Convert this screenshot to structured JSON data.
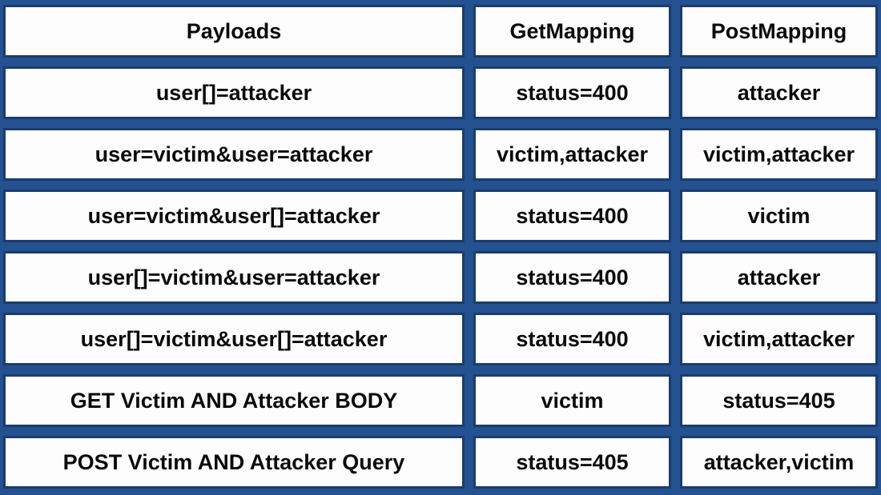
{
  "chart_data": {
    "type": "table",
    "title": "",
    "columns": [
      "Payloads",
      "GetMapping",
      "PostMapping"
    ],
    "rows": [
      [
        "user[]=attacker",
        "status=400",
        "attacker"
      ],
      [
        "user=victim&user=attacker",
        "victim,attacker",
        "victim,attacker"
      ],
      [
        "user=victim&user[]=attacker",
        "status=400",
        "victim"
      ],
      [
        "user[]=victim&user=attacker",
        "status=400",
        "attacker"
      ],
      [
        "user[]=victim&user[]=attacker",
        "status=400",
        "victim,attacker"
      ],
      [
        "GET Victim AND Attacker BODY",
        "victim",
        "status=405"
      ],
      [
        "POST Victim AND Attacker Query",
        "status=405",
        "attacker,victim"
      ]
    ],
    "colors": {
      "background": "#24518F",
      "cell_border": "#1B3C6D",
      "cell_background": "#FDFDFE",
      "text": "#0A0A0A"
    }
  }
}
